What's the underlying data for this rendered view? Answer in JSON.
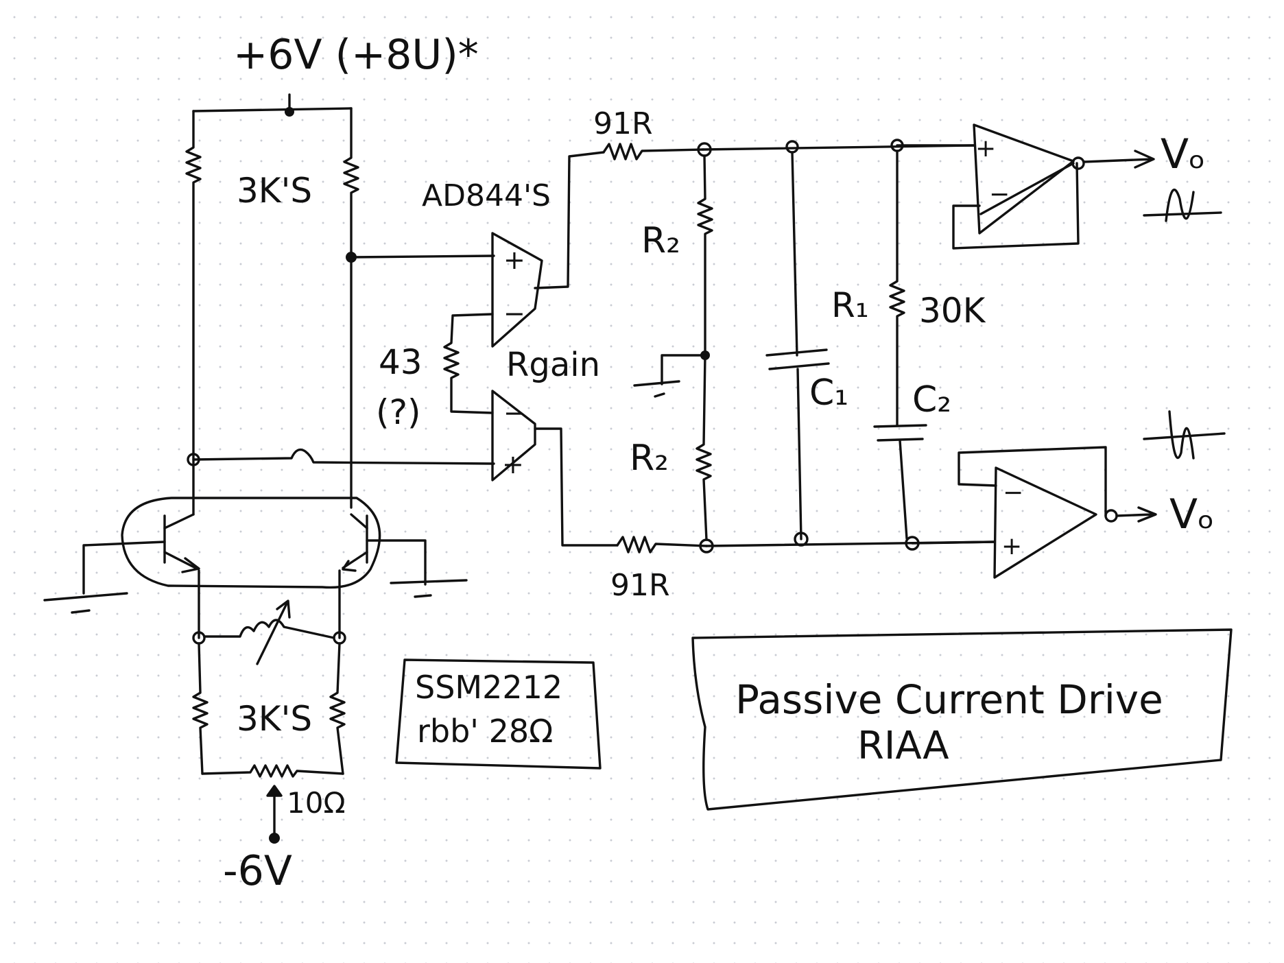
{
  "supply": {
    "positive": "+6V (+8U)*",
    "negative": "-6V"
  },
  "resistors": {
    "top_load": "3K'S",
    "bottom_load": "3K'S",
    "trim": "10Ω",
    "gain_value": "43",
    "gain_note": "(?)",
    "gain_name": "Rgain",
    "series_top": "91R",
    "series_bottom": "91R",
    "r2_top": "R₂",
    "r2_bottom": "R₂",
    "r1_name": "R₁",
    "r1_value": "30K"
  },
  "capacitors": {
    "c1": "C₁",
    "c2": "C₂"
  },
  "amplifiers": {
    "pair_label": "AD844'S",
    "plus": "+",
    "minus": "−"
  },
  "outputs": {
    "top": "Vₒ",
    "bottom": "Vₒ"
  },
  "transistor_note": {
    "line1": "SSM2212",
    "line2": "rbb' 28Ω"
  },
  "title_box": {
    "line1": "Passive Current Drive",
    "line2": "RIAA"
  }
}
